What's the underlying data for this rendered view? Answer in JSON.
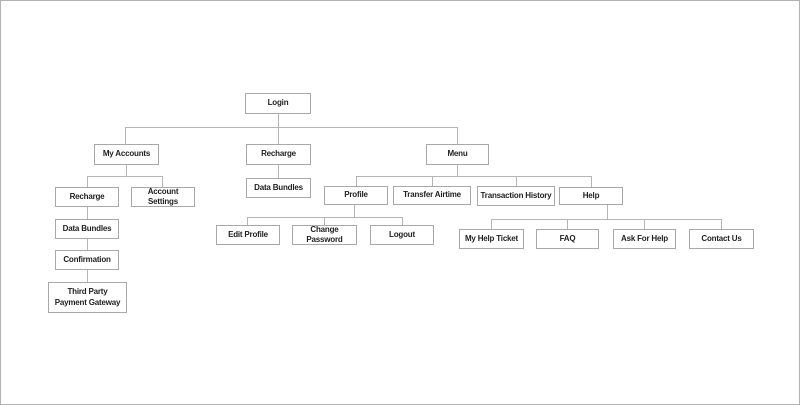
{
  "colors": {
    "background": "#ffffff",
    "frame_border": "#b2b2b2",
    "node_border": "#a8a8a8",
    "node_fill": "#ffffff",
    "connector": "#b5b5b5",
    "text": "#1f1f1f"
  },
  "diagram": {
    "type": "tree-flowchart",
    "nodes": {
      "login": "Login",
      "my_accounts": "My Accounts",
      "recharge_main": "Recharge",
      "menu": "Menu",
      "recharge_sub": "Recharge",
      "account_settings": "Account Settings",
      "data_bundles_sub": "Data Bundles",
      "confirmation": "Confirmation",
      "third_party_payment_gateway": "Third Party\nPayment Gateway",
      "data_bundles_main": "Data Bundles",
      "profile": "Profile",
      "transfer_airtime": "Transfer Airtime",
      "transaction_history": "Transaction History",
      "help": "Help",
      "edit_profile": "Edit Profile",
      "change_password": "Change Password",
      "logout": "Logout",
      "my_help_ticket": "My Help Ticket",
      "faq": "FAQ",
      "ask_for_help": "Ask For Help",
      "contact_us": "Contact Us"
    },
    "edges": [
      [
        "login",
        "my_accounts"
      ],
      [
        "login",
        "recharge_main"
      ],
      [
        "login",
        "menu"
      ],
      [
        "my_accounts",
        "recharge_sub"
      ],
      [
        "my_accounts",
        "account_settings"
      ],
      [
        "recharge_sub",
        "data_bundles_sub"
      ],
      [
        "data_bundles_sub",
        "confirmation"
      ],
      [
        "confirmation",
        "third_party_payment_gateway"
      ],
      [
        "recharge_main",
        "data_bundles_main"
      ],
      [
        "menu",
        "profile"
      ],
      [
        "menu",
        "transfer_airtime"
      ],
      [
        "menu",
        "transaction_history"
      ],
      [
        "menu",
        "help"
      ],
      [
        "profile",
        "edit_profile"
      ],
      [
        "profile",
        "change_password"
      ],
      [
        "profile",
        "logout"
      ],
      [
        "help",
        "my_help_ticket"
      ],
      [
        "help",
        "faq"
      ],
      [
        "help",
        "ask_for_help"
      ],
      [
        "help",
        "contact_us"
      ]
    ]
  }
}
